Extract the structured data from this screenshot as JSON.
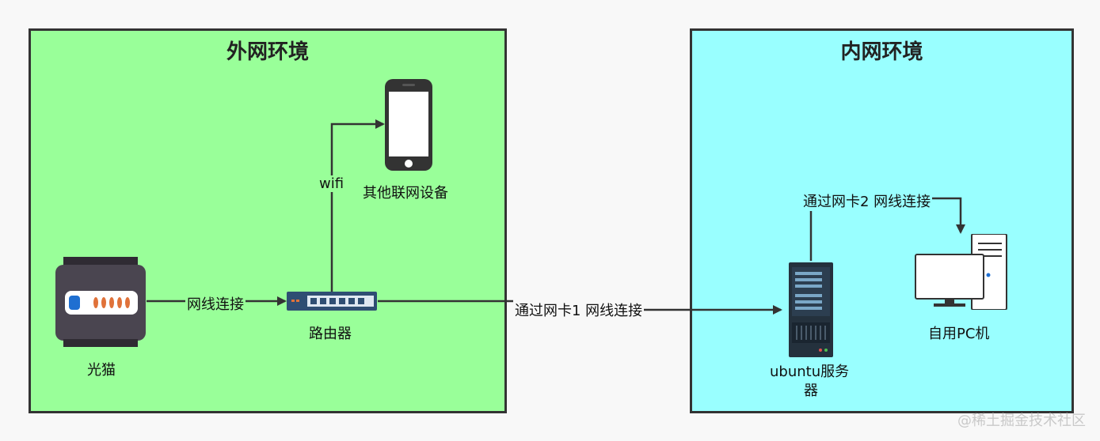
{
  "zones": {
    "outer": {
      "title": "外网环境",
      "fill": "#99ff99"
    },
    "inner": {
      "title": "内网环境",
      "fill": "#99ffff"
    }
  },
  "nodes": {
    "modem": {
      "label": "光猫",
      "icon": "modem-icon"
    },
    "router": {
      "label": "路由器",
      "icon": "router-switch-icon"
    },
    "phone": {
      "label": "其他联网设备",
      "icon": "smartphone-icon"
    },
    "server": {
      "label_line1": "ubuntu服务",
      "label_line2": "器",
      "icon": "server-rack-icon"
    },
    "pc": {
      "label": "自用PC机",
      "icon": "desktop-pc-icon"
    }
  },
  "edges": {
    "modem_router": "网线连接",
    "router_phone": "wifi",
    "router_server": "通过网卡1 网线连接",
    "server_pc": "通过网卡2 网线连接"
  },
  "watermark": "@稀土掘金技术社区",
  "colors": {
    "border": "#333333",
    "line": "#333333",
    "device_dark": "#4a4550",
    "router_blue": "#2f4e73"
  }
}
